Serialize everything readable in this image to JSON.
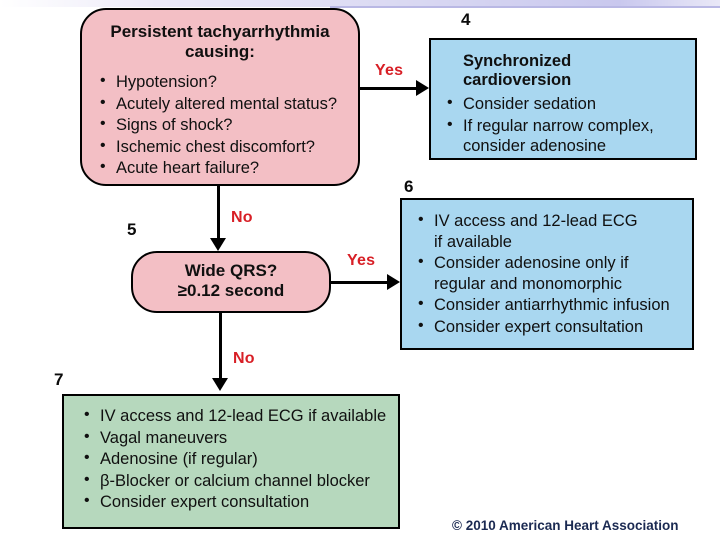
{
  "slide": {
    "copyright": "© 2010 American Heart Association"
  },
  "boxes": {
    "box1": {
      "number": "",
      "title_line1": "Persistent tachyarrhythmia",
      "title_line2": "causing:",
      "bullets": [
        "Hypotension?",
        "Acutely altered mental status?",
        "Signs of shock?",
        "Ischemic chest discomfort?",
        "Acute heart failure?"
      ],
      "color": "#f3bfc5"
    },
    "box4": {
      "number": "4",
      "title": "Synchronized cardioversion",
      "bullets": [
        "Consider sedation",
        "If regular narrow complex,"
      ],
      "bullet2_cont": "consider adenosine",
      "color": "#a9d7f0"
    },
    "box5": {
      "number": "5",
      "title_line1": "Wide QRS?",
      "title_line2": "≥0.12 second",
      "color": "#f3bfc5"
    },
    "box6": {
      "number": "6",
      "bullets": [
        "IV access and 12-lead ECG",
        "Consider adenosine only if",
        "Consider antiarrhythmic infusion",
        "Consider expert consultation"
      ],
      "bullet1_cont": "if available",
      "bullet2_cont": "regular and monomorphic",
      "color": "#a9d7f0"
    },
    "box7": {
      "number": "7",
      "bullets": [
        "IV access and 12-lead ECG if available",
        "Vagal maneuvers",
        "Adenosine (if regular)",
        "β-Blocker or calcium channel blocker",
        "Consider expert consultation"
      ],
      "color": "#b6d8bd"
    }
  },
  "edges": {
    "yes_1_to_4": "Yes",
    "no_1_to_5": "No",
    "yes_5_to_6": "Yes",
    "no_5_to_7": "No",
    "accent_color": "#d81f26"
  }
}
